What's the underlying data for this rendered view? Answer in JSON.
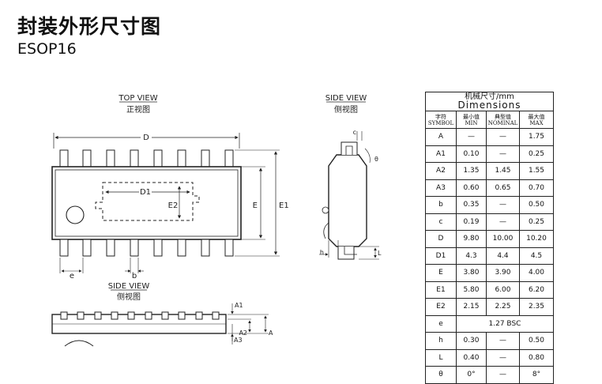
{
  "title": "封装外形尺寸图",
  "subtitle": "ESOP16",
  "views": {
    "top_view_en": "TOP VIEW",
    "top_view_cn": "正视图",
    "side_view_en": "SIDE VIEW",
    "side_view_cn": "侧视图",
    "bottom_side_en": "SIDE VIEW",
    "bottom_side_cn": "侧视图"
  },
  "labels": {
    "D": "D",
    "D1": "D1",
    "E": "E",
    "E1": "E1",
    "E2": "E2",
    "e": "e",
    "b": "b",
    "c": "c",
    "theta": "θ",
    "h": "h",
    "L": "L",
    "A": "A",
    "A1": "A1",
    "A2": "A2",
    "A3": "A3"
  },
  "table": {
    "header_cn": "机械尺寸/mm",
    "header_en": "Dimensions",
    "col_symbol_cn": "字符",
    "col_symbol_en": "SYMBOL",
    "col_min_cn": "最小值",
    "col_min_en": "MIN",
    "col_nom_cn": "典型值",
    "col_nom_en": "NOMINAL",
    "col_max_cn": "最大值",
    "col_max_en": "MAX",
    "rows": [
      {
        "sym": "A",
        "min": "—",
        "nom": "—",
        "max": "1.75"
      },
      {
        "sym": "A1",
        "min": "0.10",
        "nom": "—",
        "max": "0.25"
      },
      {
        "sym": "A2",
        "min": "1.35",
        "nom": "1.45",
        "max": "1.55"
      },
      {
        "sym": "A3",
        "min": "0.60",
        "nom": "0.65",
        "max": "0.70"
      },
      {
        "sym": "b",
        "min": "0.35",
        "nom": "—",
        "max": "0.50"
      },
      {
        "sym": "c",
        "min": "0.19",
        "nom": "—",
        "max": "0.25"
      },
      {
        "sym": "D",
        "min": "9.80",
        "nom": "10.00",
        "max": "10.20"
      },
      {
        "sym": "D1",
        "min": "4.3",
        "nom": "4.4",
        "max": "4.5"
      },
      {
        "sym": "E",
        "min": "3.80",
        "nom": "3.90",
        "max": "4.00"
      },
      {
        "sym": "E1",
        "min": "5.80",
        "nom": "6.00",
        "max": "6.20"
      },
      {
        "sym": "E2",
        "min": "2.15",
        "nom": "2.25",
        "max": "2.35"
      },
      {
        "sym": "h",
        "min": "0.30",
        "nom": "—",
        "max": "0.50"
      },
      {
        "sym": "L",
        "min": "0.40",
        "nom": "—",
        "max": "0.80"
      },
      {
        "sym": "θ",
        "min": "0°",
        "nom": "—",
        "max": "8°"
      }
    ],
    "e_row": {
      "sym": "e",
      "value": "1.27  BSC"
    }
  }
}
